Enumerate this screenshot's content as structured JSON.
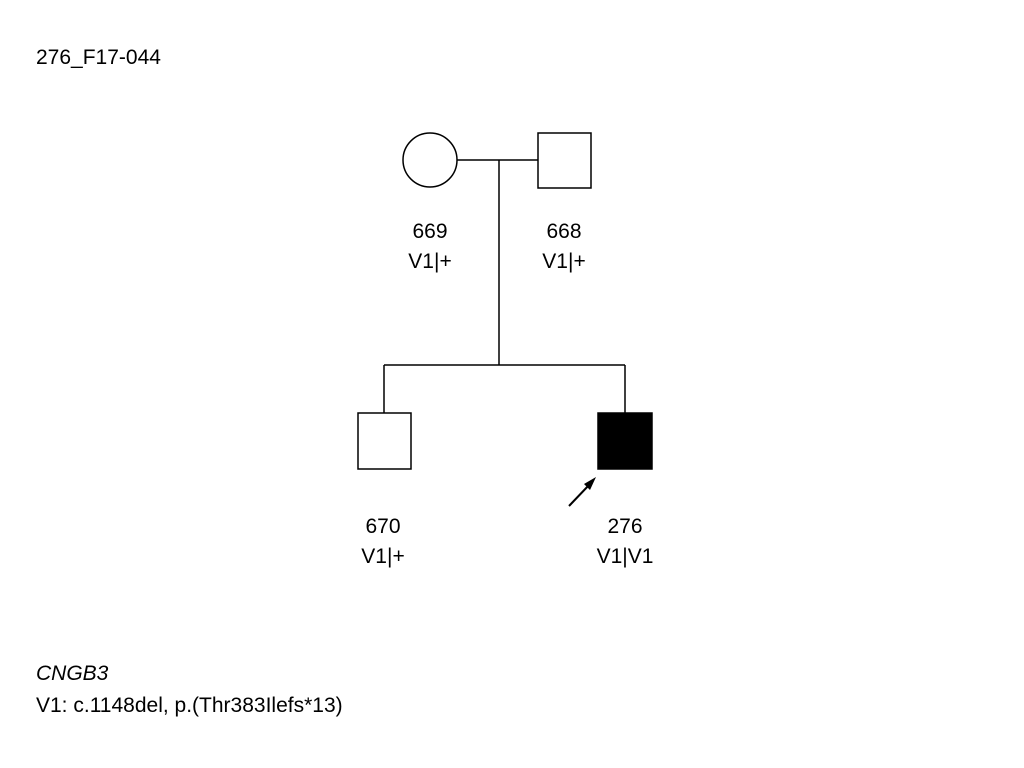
{
  "family_id": "276_F17-044",
  "individuals": {
    "mother": {
      "id": "669",
      "genotype": "V1|+",
      "sex": "female",
      "affected": false
    },
    "father": {
      "id": "668",
      "genotype": "V1|+",
      "sex": "male",
      "affected": false
    },
    "sibling": {
      "id": "670",
      "genotype": "V1|+",
      "sex": "male",
      "affected": false
    },
    "proband": {
      "id": "276",
      "genotype": "V1|V1",
      "sex": "male",
      "affected": true,
      "is_proband": true
    }
  },
  "legend": {
    "gene": "CNGB3",
    "variant_text": "V1: c.1148del, p.(Thr383Ilefs*13)"
  },
  "colors": {
    "line": "#000000",
    "affected_fill": "#000000",
    "unaffected_fill": "#ffffff"
  }
}
